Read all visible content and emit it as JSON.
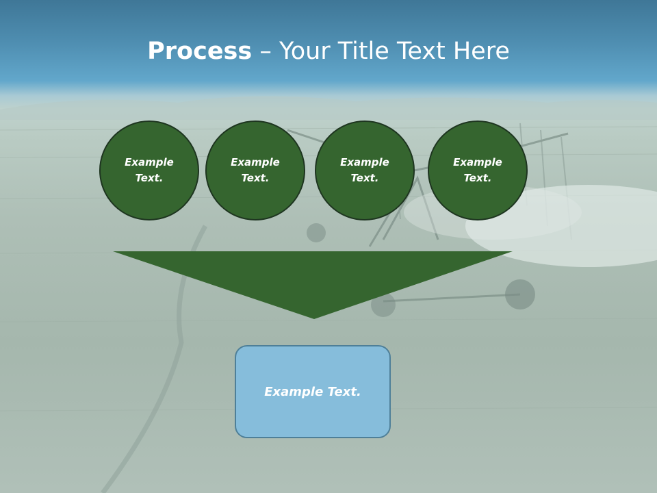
{
  "slide": {
    "title_bold": "Process",
    "title_rest": " – Your Title Text Here",
    "circles": [
      {
        "line1": "Example",
        "line2": "Text."
      },
      {
        "line1": "Example",
        "line2": "Text."
      },
      {
        "line1": "Example",
        "line2": "Text."
      },
      {
        "line1": "Example",
        "line2": "Text."
      }
    ],
    "result_text": "Example Text."
  },
  "colors": {
    "circle_fill": "#35652f",
    "circle_border": "#1e3520",
    "funnel_fill": "#35652f",
    "result_fill": "#86bddb",
    "result_border": "#4e7f98",
    "title_band": "#4e8db0"
  },
  "icons": [
    "irrigation-field-background"
  ]
}
